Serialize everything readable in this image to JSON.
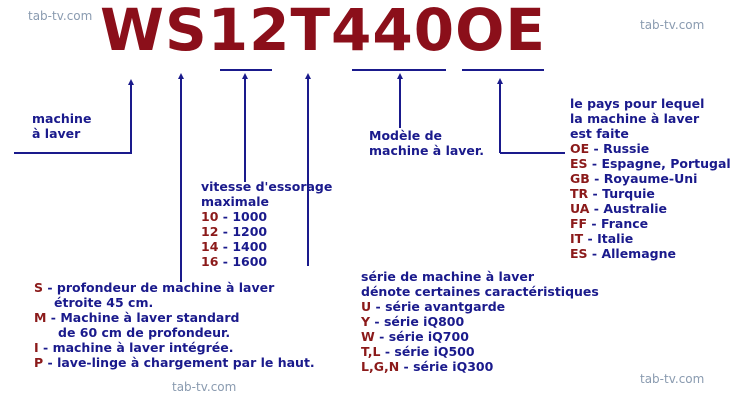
{
  "watermarks": [
    "tab-tv.com",
    "tab-tv.com",
    "tab-tv.com",
    "tab-tv.com"
  ],
  "model_code": "WS12T440OE",
  "colors": {
    "code": "#8b1a1a",
    "text": "#1a1a8c",
    "model": "#8b0f1a",
    "watermark": "#8a9bb0"
  },
  "labels": {
    "machine": [
      "machine",
      "à laver"
    ],
    "speed": {
      "title": [
        "vitesse d'essorage",
        "maximale"
      ],
      "items": [
        {
          "code": "10",
          "sep": " - ",
          "text": "1000"
        },
        {
          "code": "12",
          "sep": " - ",
          "text": "1200"
        },
        {
          "code": "14",
          "sep": " - ",
          "text": "1400"
        },
        {
          "code": "16",
          "sep": " - ",
          "text": "1600"
        }
      ]
    },
    "depth": [
      {
        "code": "S",
        "sep": " - ",
        "text": "profondeur de machine à laver",
        "cont": "étroite 45 cm."
      },
      {
        "code": "M",
        "sep": " - ",
        "text": "Machine à laver standard",
        "cont": "de 60 cm de profondeur."
      },
      {
        "code": "I",
        "sep": " - ",
        "text": "machine à laver intégrée."
      },
      {
        "code": "P",
        "sep": " - ",
        "text": "lave-linge à chargement par le haut."
      }
    ],
    "modele": [
      "Modèle de",
      "machine à laver."
    ],
    "series": {
      "title": [
        "série de machine à laver",
        "dénote certaines caractéristiques"
      ],
      "items": [
        {
          "code": "U",
          "sep": " - ",
          "text": "série avantgarde"
        },
        {
          "code": "Y",
          "sep": " - ",
          "text": "série iQ800"
        },
        {
          "code": "W",
          "sep": " - ",
          "text": "série iQ700"
        },
        {
          "code": "T,L",
          "sep": " - ",
          "text": "série iQ500"
        },
        {
          "code": "L,G,N",
          "sep": " - ",
          "text": "série iQ300"
        }
      ]
    },
    "country": {
      "title": [
        "le pays pour lequel",
        "la machine à laver",
        "est faite"
      ],
      "items": [
        {
          "code": "OE",
          "sep": " - ",
          "text": "Russie"
        },
        {
          "code": "ES",
          "sep": " - ",
          "text": "Espagne, Portugal"
        },
        {
          "code": "GB",
          "sep": " - ",
          "text": "Royaume-Uni"
        },
        {
          "code": "TR",
          "sep": " - ",
          "text": "Turquie"
        },
        {
          "code": "UA",
          "sep": " - ",
          "text": "Australie"
        },
        {
          "code": "FF",
          "sep": " - ",
          "text": "France"
        },
        {
          "code": "IT",
          "sep": " - ",
          "text": "Italie"
        },
        {
          "code": "ES",
          "sep": " - ",
          "text": "Allemagne"
        }
      ]
    }
  }
}
